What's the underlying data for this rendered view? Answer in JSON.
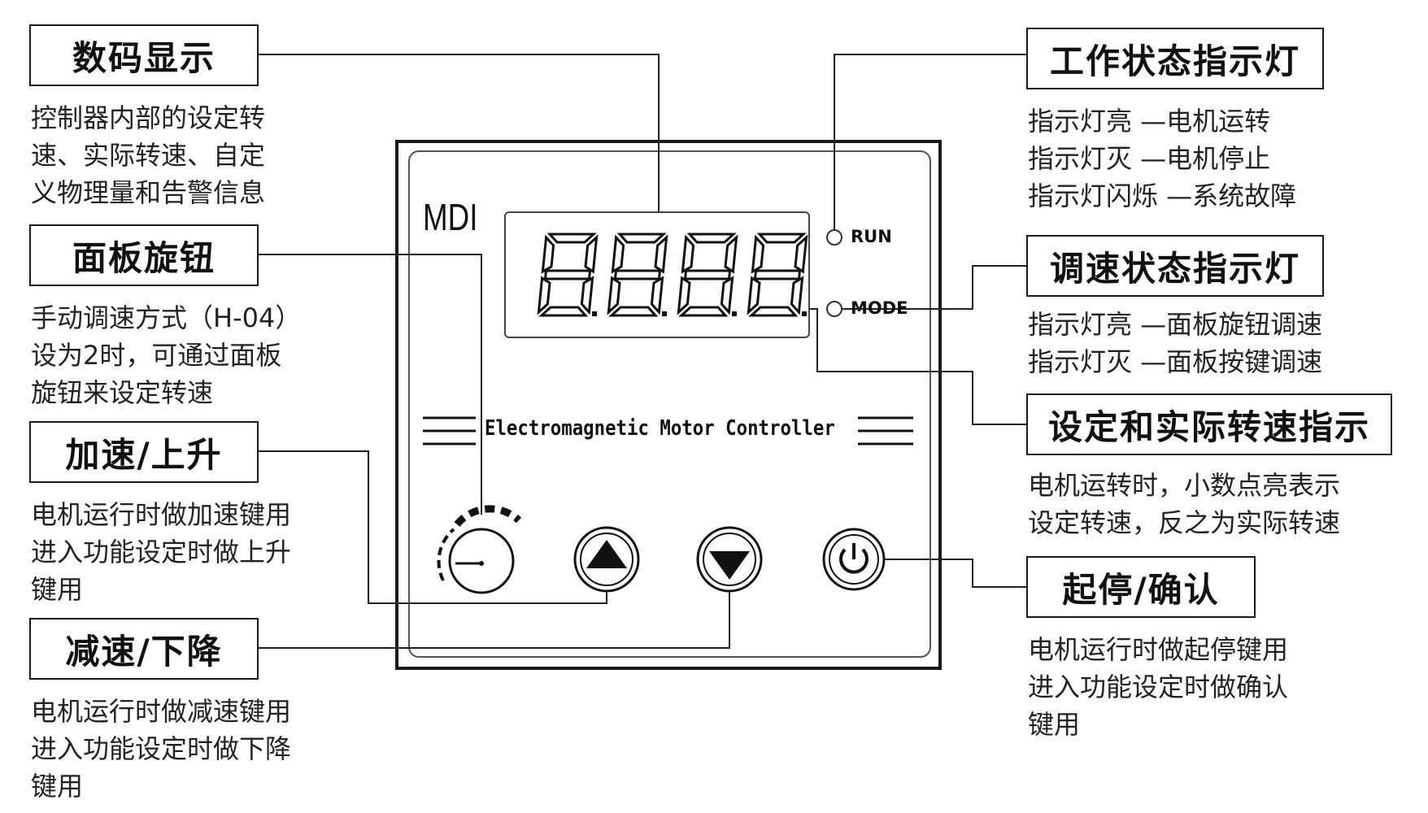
{
  "callouts": {
    "digital_display": {
      "label": "数码显示",
      "lines": [
        "控制器内部的设定转",
        "速、实际转速、自定",
        "义物理量和告警信息"
      ]
    },
    "panel_knob": {
      "label": "面板旋钮",
      "lines": [
        "手动调速方式（H-04）",
        "设为2时，可通过面板",
        "旋钮来设定转速"
      ]
    },
    "accel_up": {
      "label": "加速/上升",
      "lines": [
        "电机运行时做加速键用",
        "进入功能设定时做上升",
        "键用"
      ]
    },
    "decel_down": {
      "label": "减速/下降",
      "lines": [
        "电机运行时做减速键用",
        "进入功能设定时做下降",
        "键用"
      ]
    },
    "work_status_light": {
      "label": "工作状态指示灯",
      "lines": [
        "指示灯亮 —电机运转",
        "指示灯灭 —电机停止",
        "指示灯闪烁 —系统故障"
      ]
    },
    "speed_mode_light": {
      "label": "调速状态指示灯",
      "lines": [
        "指示灯亮 —面板旋钮调速",
        "指示灯灭 —面板按键调速"
      ]
    },
    "set_actual_speed": {
      "label": "设定和实际转速指示",
      "lines": [
        "电机运转时，小数点亮表示",
        "设定转速，反之为实际转速"
      ]
    },
    "start_stop_confirm": {
      "label": "起停/确认",
      "lines": [
        "电机运行时做起停键用",
        "进入功能设定时做确认",
        "键用"
      ]
    }
  },
  "panel": {
    "brand": "MDI",
    "title": "Electromagnetic Motor Controller",
    "run_label": "RUN",
    "mode_label": "MODE",
    "display_digits": "8.8.8.8."
  },
  "icons": {
    "knob": "rotary-knob-icon",
    "up": "up-triangle-icon",
    "down": "down-triangle-icon",
    "power": "power-icon"
  }
}
